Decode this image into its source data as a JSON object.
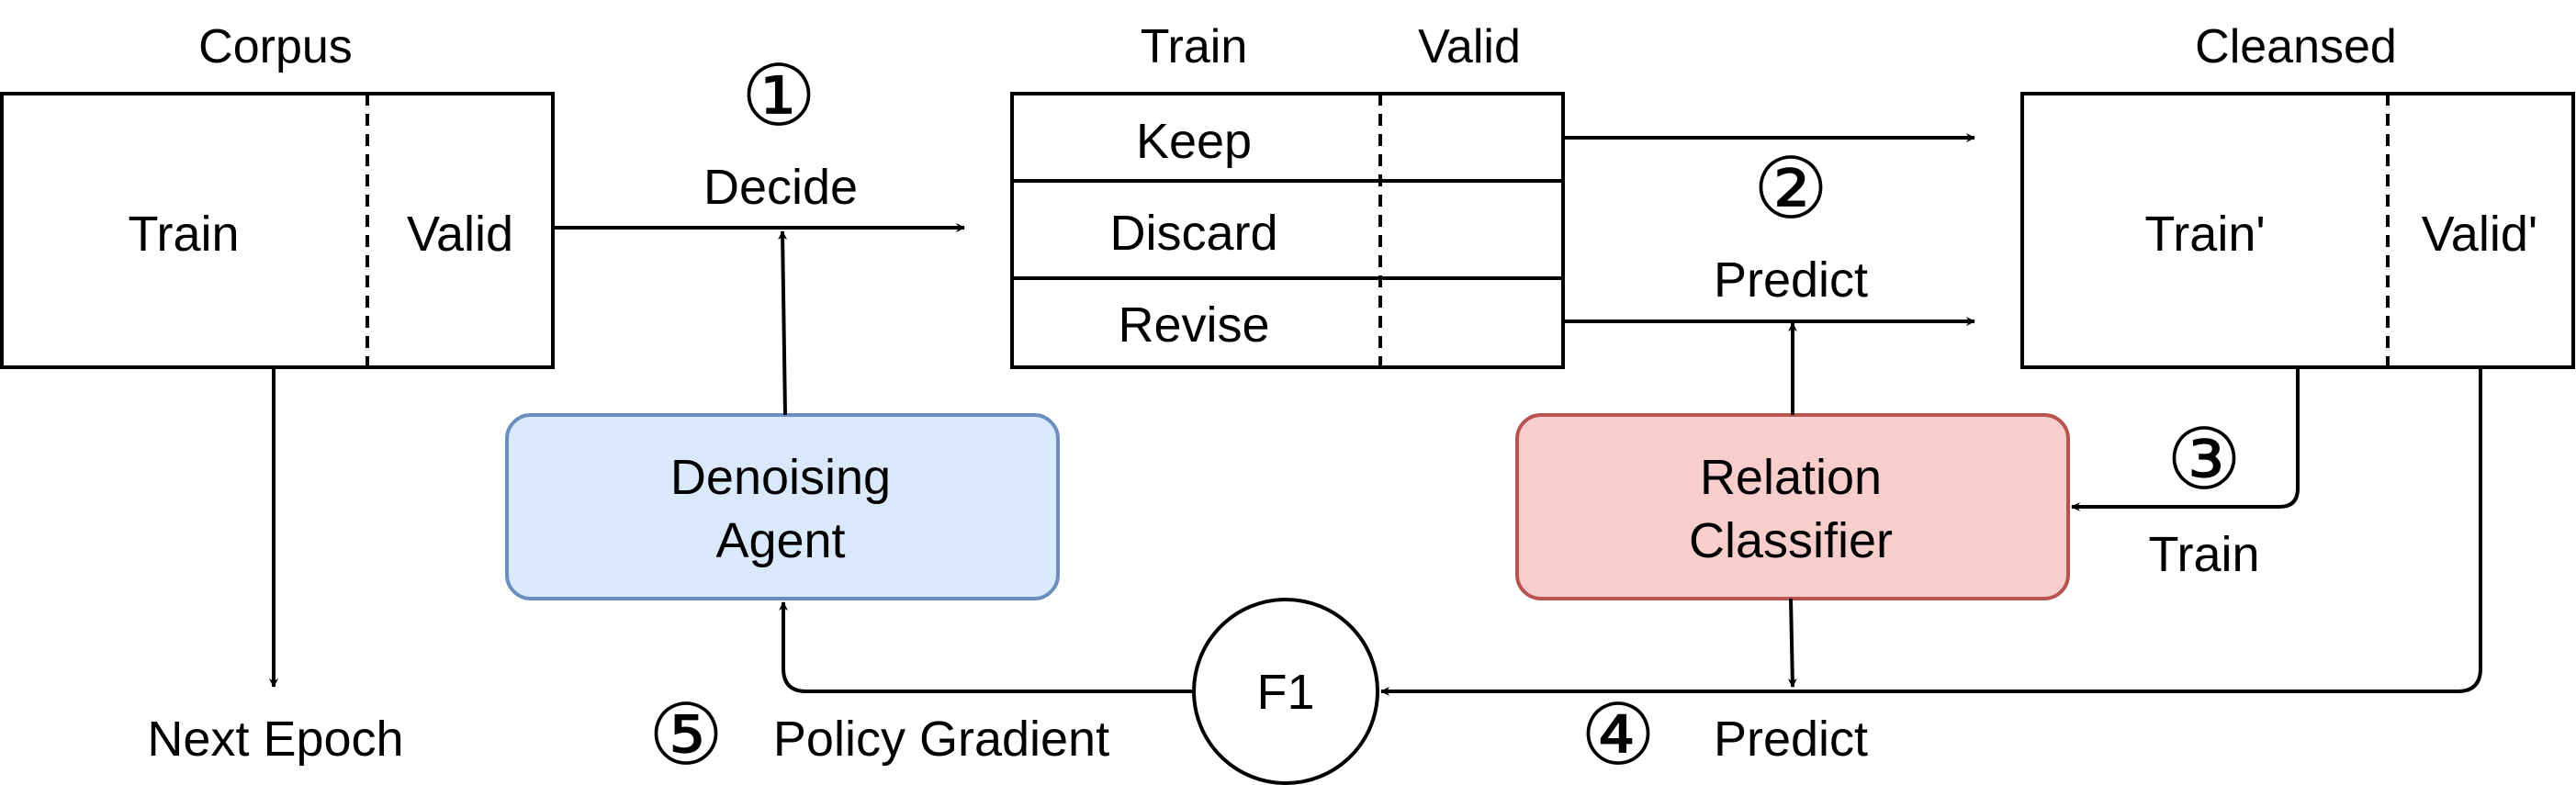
{
  "corpus": {
    "title": "Corpus",
    "train": "Train",
    "valid": "Valid",
    "next_label": "Next Epoch"
  },
  "step1": {
    "marker": "①",
    "label": "Decide"
  },
  "split": {
    "train_header": "Train",
    "valid_header": "Valid",
    "rows": [
      "Keep",
      "Discard",
      "Revise"
    ]
  },
  "step2": {
    "marker": "②",
    "label": "Predict"
  },
  "cleansed": {
    "title": "Cleansed",
    "train": "Train'",
    "valid": "Valid'"
  },
  "step3": {
    "marker": "③",
    "label": "Train"
  },
  "agent": {
    "line1": "Denoising",
    "line2": "Agent",
    "fill": "#dae8fc",
    "stroke": "#6c8ebf"
  },
  "classifier": {
    "line1": "Relation",
    "line2": "Classifier",
    "fill": "#f8cecc",
    "stroke": "#b85450"
  },
  "f1": {
    "label": "F1"
  },
  "step4": {
    "marker": "④",
    "label": "Predict"
  },
  "step5": {
    "marker": "⑤",
    "label": "Policy Gradient"
  }
}
